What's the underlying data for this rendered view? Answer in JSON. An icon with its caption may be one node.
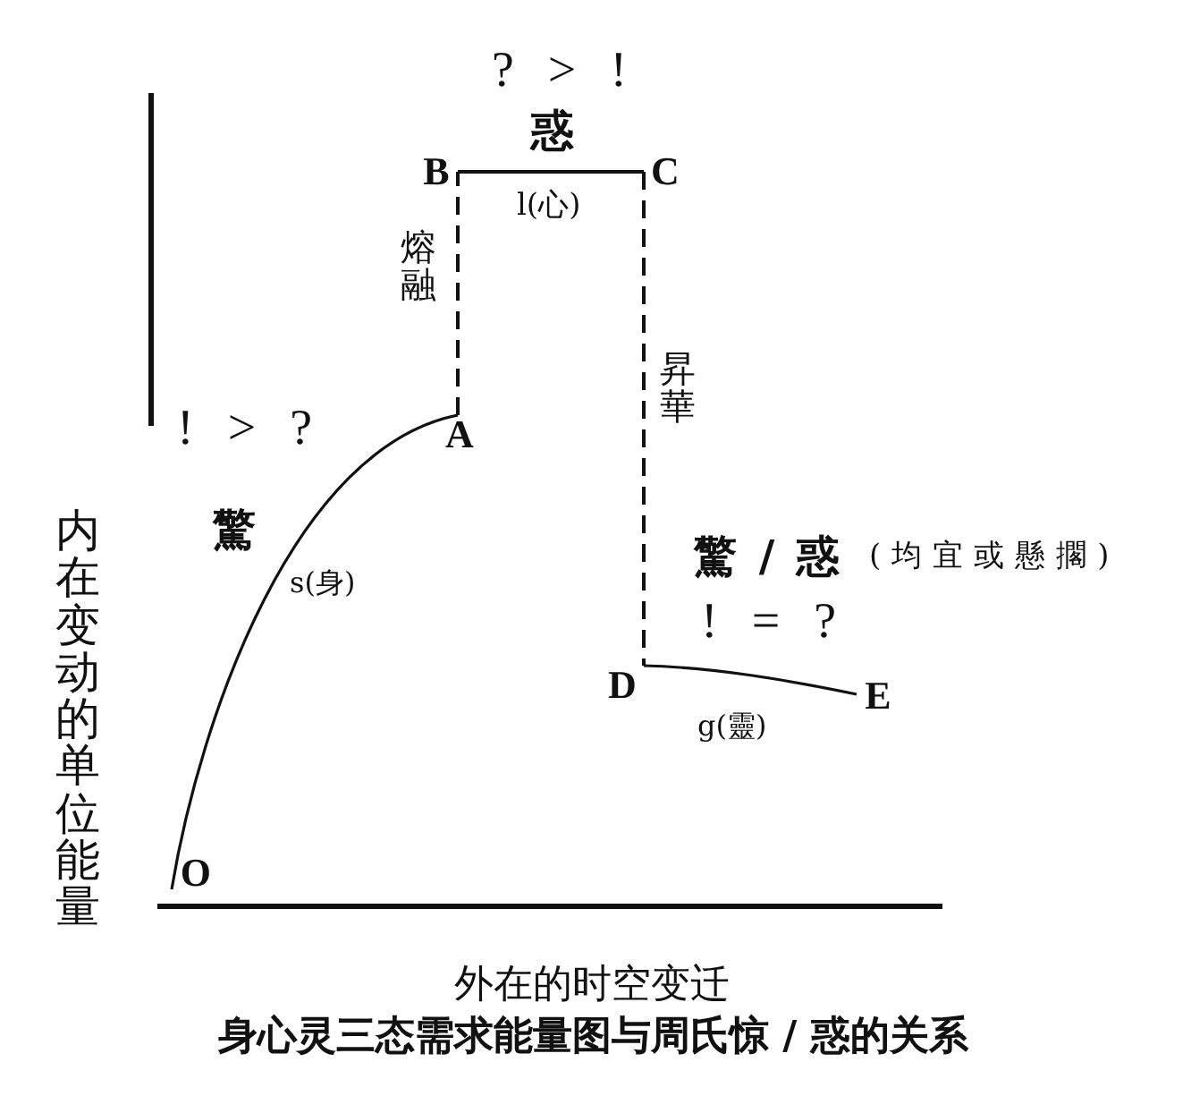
{
  "diagram": {
    "caption": "身心灵三态需求能量图与周氏惊 / 惑的关系",
    "nodes": [
      {
        "text": [
          "O"
        ]
      },
      {
        "text": [
          "A"
        ]
      },
      {
        "text": [
          "B"
        ]
      },
      {
        "text": [
          "C"
        ]
      },
      {
        "text": [
          "D"
        ]
      },
      {
        "text": [
          "E"
        ]
      }
    ],
    "edges": [
      {
        "from": 0,
        "to": 1,
        "arrow": "none",
        "label": "s(身)"
      },
      {
        "from": 1,
        "to": 2,
        "arrow": "none",
        "label": "熔融",
        "style": "dashed"
      },
      {
        "from": 2,
        "to": 3,
        "arrow": "none",
        "label": "l(心)"
      },
      {
        "from": 3,
        "to": 4,
        "arrow": "none",
        "label": "昇華",
        "style": "dashed"
      },
      {
        "from": 4,
        "to": 5,
        "arrow": "none",
        "label": "g(靈)"
      }
    ],
    "labels": [
      "? > !",
      "惑",
      "! > ?",
      "驚",
      "驚 / 惑",
      "(均宜或懸擱)",
      "! = ?",
      "内在变动的单位能量",
      "外在的时空变迁"
    ]
  }
}
